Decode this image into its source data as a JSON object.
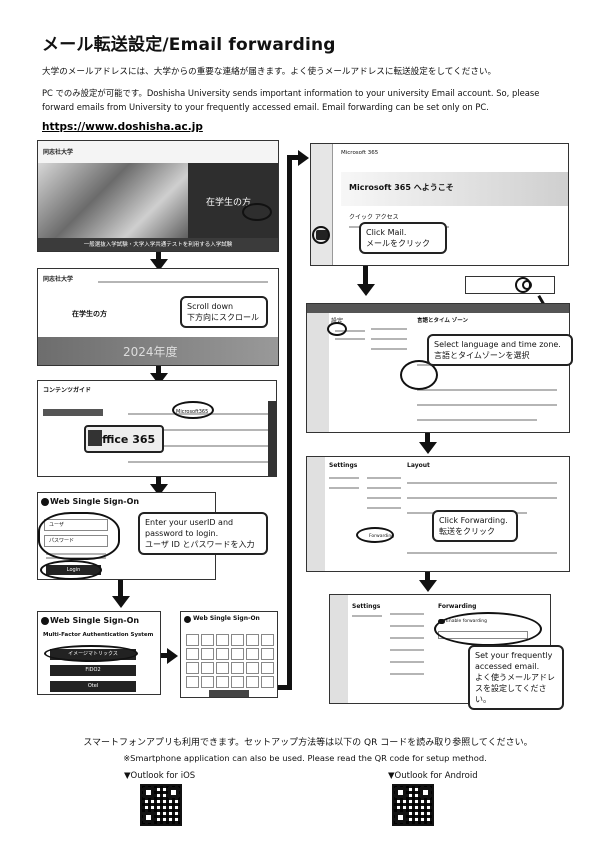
{
  "title": "メール転送設定/Email forwarding",
  "intro_ja": "大学のメールアドレスには、大学からの重要な連絡が届きます。よく使うメールアドレスに転送設定をしてください。",
  "intro_mix": "PC でのみ設定が可能です。Doshisha University sends important information to your university Email account. So, please forward emails from University to your frequently accessed email. Email forwarding can be set only on PC.",
  "url": "https://www.doshisha.ac.jp",
  "step1": {
    "badge": "在学生の方",
    "banner": "一般選抜入学試験・大学入学共通テストを利用する入学試験",
    "univ": "同志社大学"
  },
  "step2": {
    "callout": "Scroll down\n下方向にスクロール",
    "heading": "在学生の方",
    "year": "2024年度"
  },
  "step3": {
    "heading": "コンテンツガイド",
    "app": "Office 365",
    "link": "Microsoft365"
  },
  "step4": {
    "brand": "Web Single Sign-On",
    "callout": "Enter your userID  and password to login.\nユーザ ID とパスワードを入力",
    "user": "ユーザ",
    "pass": "パスワード",
    "login": "Login"
  },
  "step5": {
    "brand": "Web Single Sign-On",
    "subtitle": "Multi-Factor Authentication System",
    "btn1": "イメージマトリックス",
    "btn2": "FIDO2",
    "btn3": "Otel"
  },
  "step6": {
    "brand": "Web Single Sign-On"
  },
  "step7": {
    "app": "Microsoft 365",
    "welcome": "Microsoft 365 へようこそ",
    "quick": "クイック アクセス",
    "callout": "Click Mail.\nメールをクリック"
  },
  "step8": {
    "panel": "言語とタイム ゾーン",
    "side": "設定",
    "callout": "Select language and time zone.\n言語とタイムゾーンを選択"
  },
  "step9": {
    "settings": "Settings",
    "panel": "Layout",
    "callout": "Click Forwarding.\n転送をクリック",
    "item": "Forwarding"
  },
  "step10": {
    "settings": "Settings",
    "panel": "Forwarding",
    "callout": "Set your frequently accessed email.\nよく使うメールアドレスを設定してください。",
    "enable": "Enable forwarding"
  },
  "footer_ja": "スマートフォンアプリも利用できます。セットアップ方法等は以下の QR コードを読み取り参照してください。",
  "footer_en": "※Smartphone application can also be used. Please read the QR code for setup method.",
  "qr_ios": "▼Outlook for iOS",
  "qr_android": "▼Outlook for Android"
}
